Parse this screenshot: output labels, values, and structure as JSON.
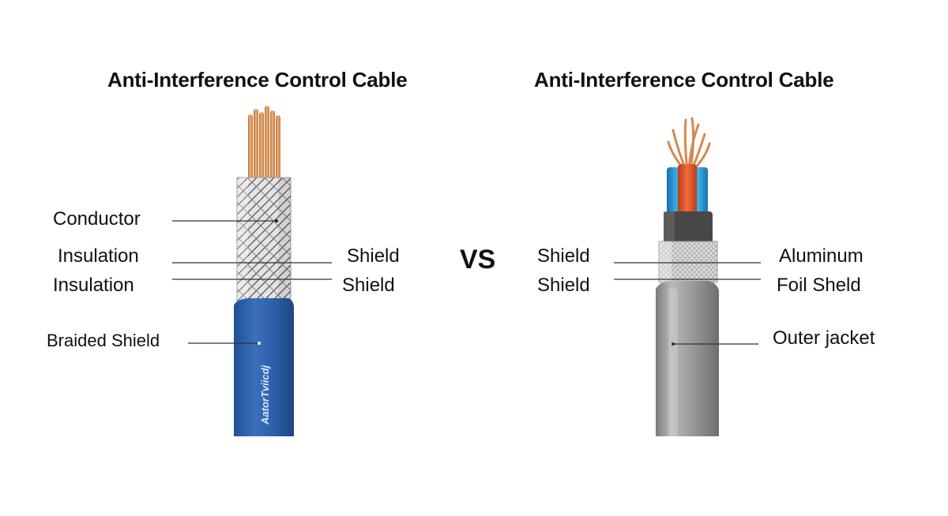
{
  "left": {
    "title": "Anti-Interference Control Cable",
    "labels": {
      "conductor": "Conductor",
      "insulation_1": "Insulation",
      "insulation_2": "Insulation",
      "braided_shield": "Braided Shield",
      "shield_1": "Shield",
      "shield_2": "Shield"
    },
    "jacket_print": "AatorTviicdj",
    "colors": {
      "jacket": "#2e5fa8",
      "copper": "#d99a5b",
      "braid": "#dedede"
    }
  },
  "vs_label": "VS",
  "right": {
    "title": "Anti-Interference Control Cable",
    "labels": {
      "shield_1": "Shield",
      "shield_2": "Shield",
      "aluminum": "Aluminum",
      "foil_shield": "Foil Sheld",
      "outer_jacket": "Outer jacket"
    },
    "colors": {
      "jacket": "#9a9a9a",
      "core_blue": "#2f9bd6",
      "core_red": "#e0552a",
      "bedding": "#4a4a4a"
    }
  }
}
